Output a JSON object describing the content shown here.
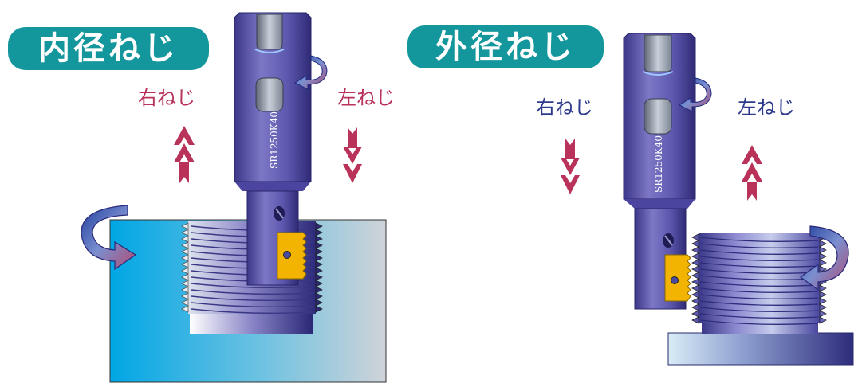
{
  "internal": {
    "title": "内径ねじ",
    "right_label": "右ねじ",
    "left_label": "左ねじ",
    "tool_code": "SR1250K40"
  },
  "external": {
    "title": "外径ねじ",
    "right_label": "右ねじ",
    "left_label": "左ねじ",
    "tool_code": "SR1250K40"
  },
  "colors": {
    "banner": "#14979c",
    "internal_label": "#b8325a",
    "external_label": "#2e3a8c",
    "tool": "#6a64b8",
    "insert": "#f2b400",
    "workpiece": "#33a9de"
  }
}
